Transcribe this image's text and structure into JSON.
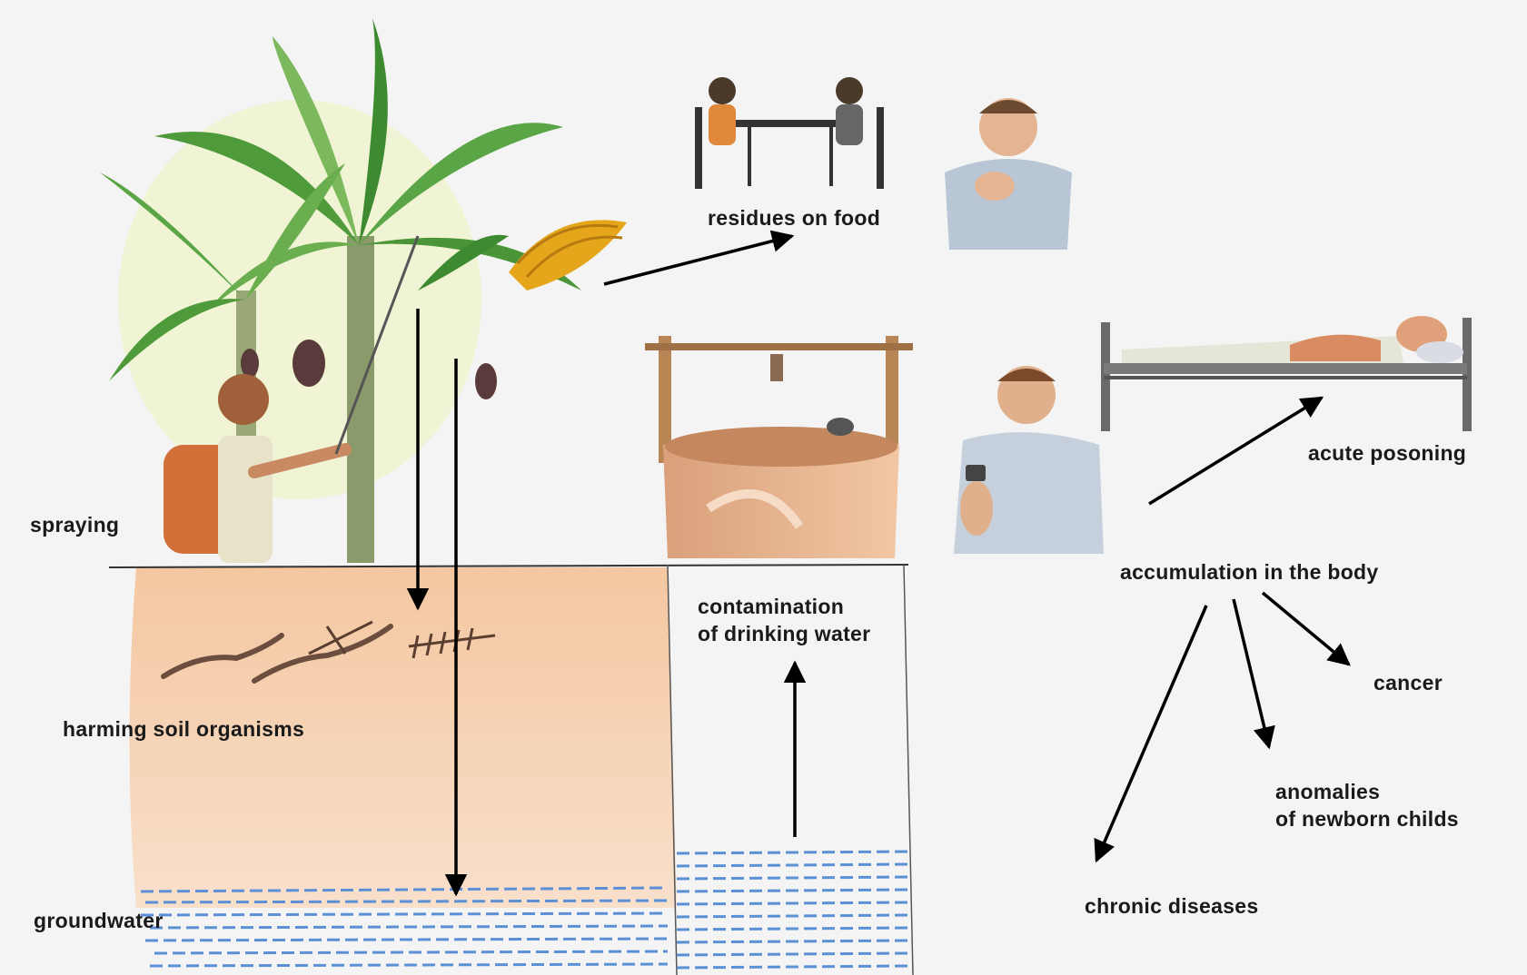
{
  "labels": {
    "spraying": "spraying",
    "residues_on_food": "residues on food",
    "contamination_line1": "contamination",
    "contamination_line2": "of drinking water",
    "harming_soil_organisms": "harming soil organisms",
    "groundwater": "groundwater",
    "acute_poisoning": "acute posoning",
    "accumulation_in_body": "accumulation in the body",
    "cancer": "cancer",
    "anomalies_line1": "anomalies",
    "anomalies_line2": "of newborn childs",
    "chronic_diseases": "chronic diseases"
  },
  "colors": {
    "background": "#f4f4f4",
    "soil": "#f6c9a0",
    "water": "#5b8fd6",
    "leaf": "#4f9a3a",
    "arrow": "#000000"
  },
  "icons": [
    "banana-tree-icon",
    "farmer-sprayer-icon",
    "banana-bunch-icon",
    "dining-people-icon",
    "sick-man-icon",
    "water-well-icon",
    "man-holding-cup-icon",
    "person-in-bed-icon",
    "soil-worm-icon",
    "soil-insect-icon"
  ]
}
